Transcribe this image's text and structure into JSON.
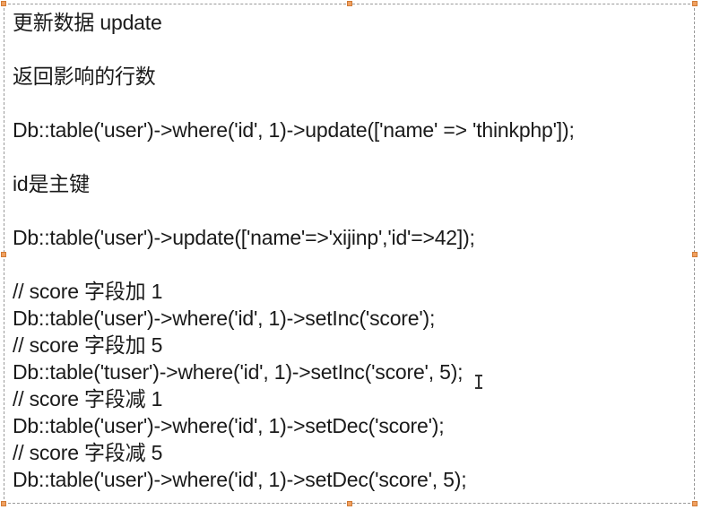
{
  "slide": {
    "lines": [
      "更新数据 update",
      "",
      "返回影响的行数",
      "",
      "Db::table('user')->where('id', 1)->update(['name' => 'thinkphp']);",
      "",
      "id是主键",
      "",
      "Db::table('user')->update(['name'=>'xijinp','id'=>42]);",
      "",
      "// score 字段加 1",
      "Db::table('user')->where('id', 1)->setInc('score');",
      "// score 字段加 5",
      "Db::table('tuser')->where('id', 1)->setInc('score', 5);",
      "// score 字段减 1",
      "Db::table('user')->where('id', 1)->setDec('score');",
      "// score 字段减 5",
      "Db::table('user')->where('id', 1)->setDec('score', 5);"
    ]
  },
  "colors": {
    "text": "#1a1a1a",
    "handle": "#f0a060",
    "border": "#9a9a9a"
  },
  "icons": {
    "cursor": "text-cursor-icon"
  }
}
